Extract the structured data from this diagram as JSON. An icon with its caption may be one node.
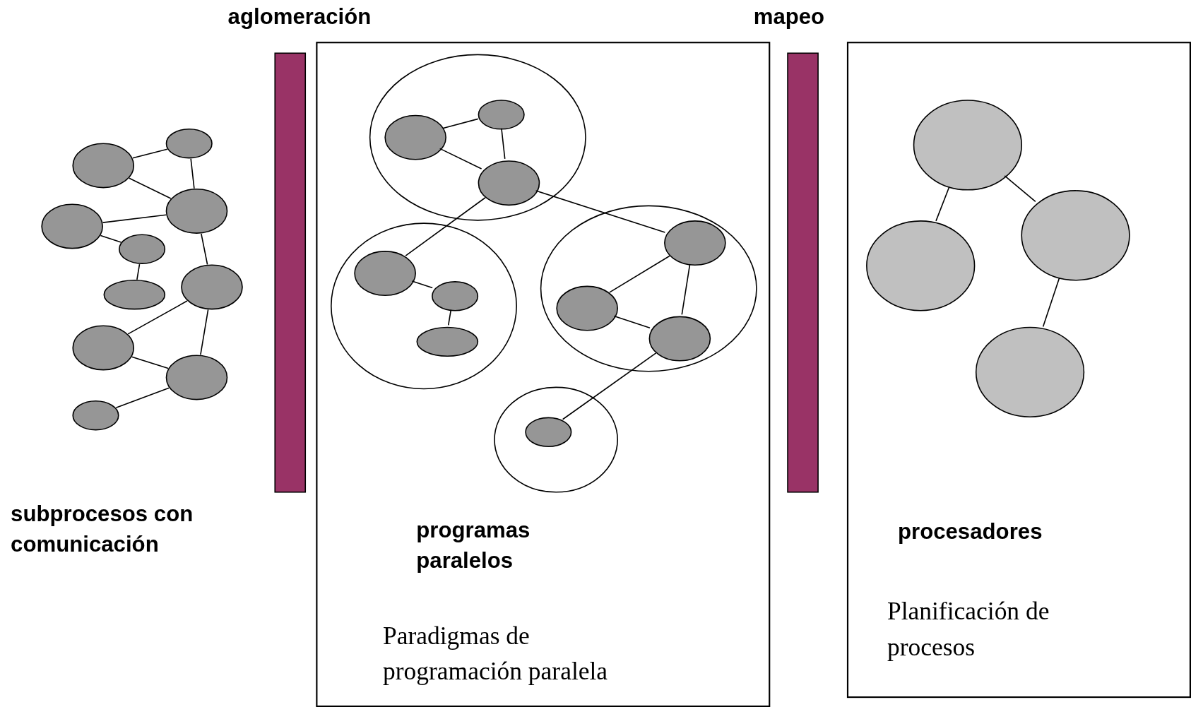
{
  "diagram": {
    "nodes": [
      {
        "text": [],
        "shape": "ellipse"
      },
      {
        "text": [],
        "shape": "ellipse"
      },
      {
        "text": [],
        "shape": "ellipse"
      },
      {
        "text": [],
        "shape": "ellipse"
      },
      {
        "text": [],
        "shape": "ellipse"
      },
      {
        "text": [],
        "shape": "ellipse"
      },
      {
        "text": [],
        "shape": "ellipse"
      },
      {
        "text": [],
        "shape": "ellipse"
      },
      {
        "text": [],
        "shape": "ellipse"
      },
      {
        "text": [],
        "shape": "ellipse"
      },
      {
        "text": [
          "programas paralelos",
          "Paradigmas de programación paralela"
        ]
      },
      {
        "text": [],
        "shape": "circle",
        "in": 10
      },
      {
        "text": [],
        "shape": "ellipse",
        "in": 11
      },
      {
        "text": [],
        "shape": "ellipse",
        "in": 11
      },
      {
        "text": [],
        "shape": "ellipse",
        "in": 11
      },
      {
        "text": [],
        "shape": "circle",
        "in": 10
      },
      {
        "text": [],
        "shape": "ellipse",
        "in": 15
      },
      {
        "text": [],
        "shape": "ellipse",
        "in": 15
      },
      {
        "text": [],
        "shape": "ellipse",
        "in": 15
      },
      {
        "text": [],
        "shape": "circle",
        "in": 10
      },
      {
        "text": [],
        "shape": "ellipse",
        "in": 19
      },
      {
        "text": [],
        "shape": "ellipse",
        "in": 19
      },
      {
        "text": [],
        "shape": "ellipse",
        "in": 19
      },
      {
        "text": [],
        "shape": "circle",
        "in": 10
      },
      {
        "text": [],
        "shape": "ellipse",
        "in": 23
      },
      {
        "text": [
          "procesadores",
          "Planificación de procesos"
        ]
      },
      {
        "text": [],
        "shape": "ellipse",
        "in": 25
      },
      {
        "text": [],
        "shape": "ellipse",
        "in": 25
      },
      {
        "text": [],
        "shape": "ellipse",
        "in": 25
      },
      {
        "text": [],
        "shape": "ellipse",
        "in": 25
      },
      {
        "text": [],
        "shape": "bar"
      },
      {
        "text": [],
        "shape": "bar"
      }
    ],
    "edges": [
      {
        "from": 0,
        "to": 1,
        "arrow": "none"
      },
      {
        "from": 0,
        "to": 2,
        "arrow": "none"
      },
      {
        "from": 1,
        "to": 2,
        "arrow": "none"
      },
      {
        "from": 3,
        "to": 2,
        "arrow": "none"
      },
      {
        "from": 3,
        "to": 4,
        "arrow": "none"
      },
      {
        "from": 4,
        "to": 5,
        "arrow": "none"
      },
      {
        "from": 2,
        "to": 6,
        "arrow": "none"
      },
      {
        "from": 6,
        "to": 7,
        "arrow": "none"
      },
      {
        "from": 6,
        "to": 8,
        "arrow": "none"
      },
      {
        "from": 7,
        "to": 8,
        "arrow": "none"
      },
      {
        "from": 8,
        "to": 9,
        "arrow": "none"
      },
      {
        "from": 12,
        "to": 13,
        "arrow": "none"
      },
      {
        "from": 12,
        "to": 14,
        "arrow": "none"
      },
      {
        "from": 13,
        "to": 14,
        "arrow": "none"
      },
      {
        "from": 16,
        "to": 17,
        "arrow": "none"
      },
      {
        "from": 17,
        "to": 18,
        "arrow": "none"
      },
      {
        "from": 20,
        "to": 21,
        "arrow": "none"
      },
      {
        "from": 20,
        "to": 22,
        "arrow": "none"
      },
      {
        "from": 21,
        "to": 22,
        "arrow": "none"
      },
      {
        "from": 14,
        "to": 16,
        "arrow": "none"
      },
      {
        "from": 14,
        "to": 20,
        "arrow": "none"
      },
      {
        "from": 22,
        "to": 24,
        "arrow": "none"
      },
      {
        "from": 26,
        "to": 27,
        "arrow": "none"
      },
      {
        "from": 26,
        "to": 28,
        "arrow": "none"
      },
      {
        "from": 28,
        "to": 29,
        "arrow": "none"
      }
    ],
    "labels": [
      "aglomeración",
      "mapeo",
      "subprocesos con comunicación"
    ]
  }
}
